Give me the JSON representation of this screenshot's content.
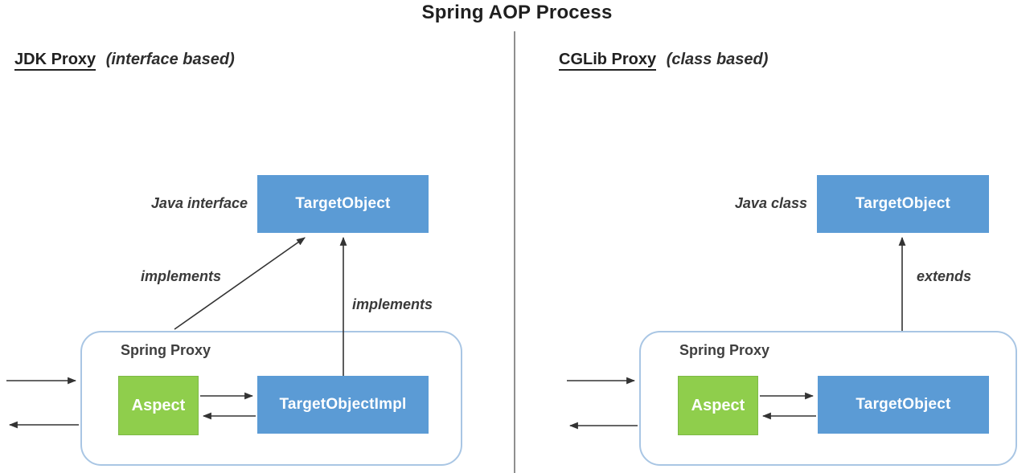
{
  "title": "Spring AOP Process",
  "colors": {
    "box_blue": "#5B9BD5",
    "box_green": "#8FCE4C",
    "container_border": "#A9C6E4",
    "divider_gray": "#8f8f8f",
    "arrow": "#333333",
    "heading_text": "#212121",
    "label_text": "#3a3a3a",
    "box_text": "#ffffff"
  },
  "left_panel": {
    "heading": "JDK Proxy",
    "heading_qualifier": "(interface based)",
    "interface_label": "Java interface",
    "interface_box_label": "TargetObject",
    "arrow_label_diagonal": "implements",
    "arrow_label_vertical": "implements",
    "proxy": {
      "label": "Spring Proxy",
      "aspect_box_label": "Aspect",
      "target_box_label": "TargetObjectImpl"
    }
  },
  "right_panel": {
    "heading": "CGLib Proxy",
    "heading_qualifier": "(class based)",
    "class_label": "Java class",
    "class_box_label": "TargetObject",
    "arrow_label_vertical": "extends",
    "proxy": {
      "label": "Spring Proxy",
      "aspect_box_label": "Aspect",
      "target_box_label": "TargetObject"
    }
  }
}
